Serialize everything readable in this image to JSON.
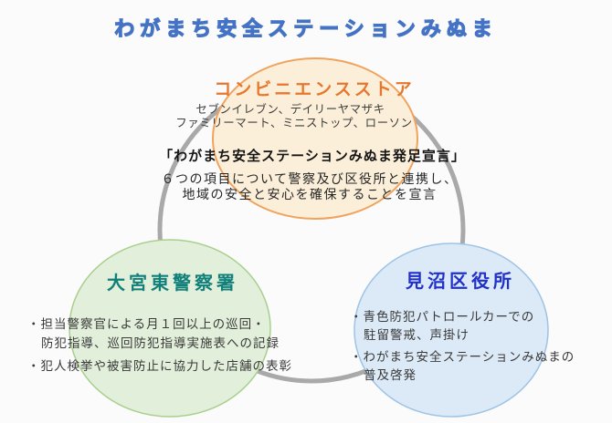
{
  "title": "わがまち安全ステーションみぬま",
  "convenience": {
    "title": "コンビニエンスストア",
    "line1": "セブンイレブン、デイリーヤマザキ",
    "line2": "ファミリーマート、ミニストップ、ローソン"
  },
  "declaration": {
    "heading": "「わがまち安全ステーションみぬま発足宣言」",
    "line1": "６つの項目について警察及び区役所と連携し、",
    "line2": "地域の安全と安心を確保することを宣言"
  },
  "police": {
    "title": "大宮東警察署",
    "bullet1_line1": "・担当警察官による月１回以上の巡回・",
    "bullet1_line2": "防犯指導、巡回防犯指導実施表への記録",
    "bullet2": "・犯人検挙や被害防止に協力した店舗の表彰"
  },
  "ward": {
    "title": "見沼区役所",
    "bullet1_line1": "・青色防犯パトロールカーでの",
    "bullet1_line2": "駐留警戒、声掛け",
    "bullet2_line1": "・わがまち安全ステーションみぬまの",
    "bullet2_line2": "普及啓発"
  },
  "colors": {
    "title_fill": "#8AB0E0",
    "title_outline": "#4472C4",
    "convenience_circle_fill": "#FCEFD9",
    "convenience_circle_border": "#F0A35E",
    "convenience_title_text": "#E8772E",
    "police_circle_fill": "#E2EFDA",
    "police_circle_border": "#A9CF8E",
    "police_title_text": "#12807A",
    "ward_circle_fill": "#DCE9F6",
    "ward_circle_border": "#9DC3E6",
    "ward_title_text": "#2030C8",
    "connector_ring": "#A9A9A9",
    "body_text": "#3A3A3A",
    "background": "#FBFBFB"
  }
}
